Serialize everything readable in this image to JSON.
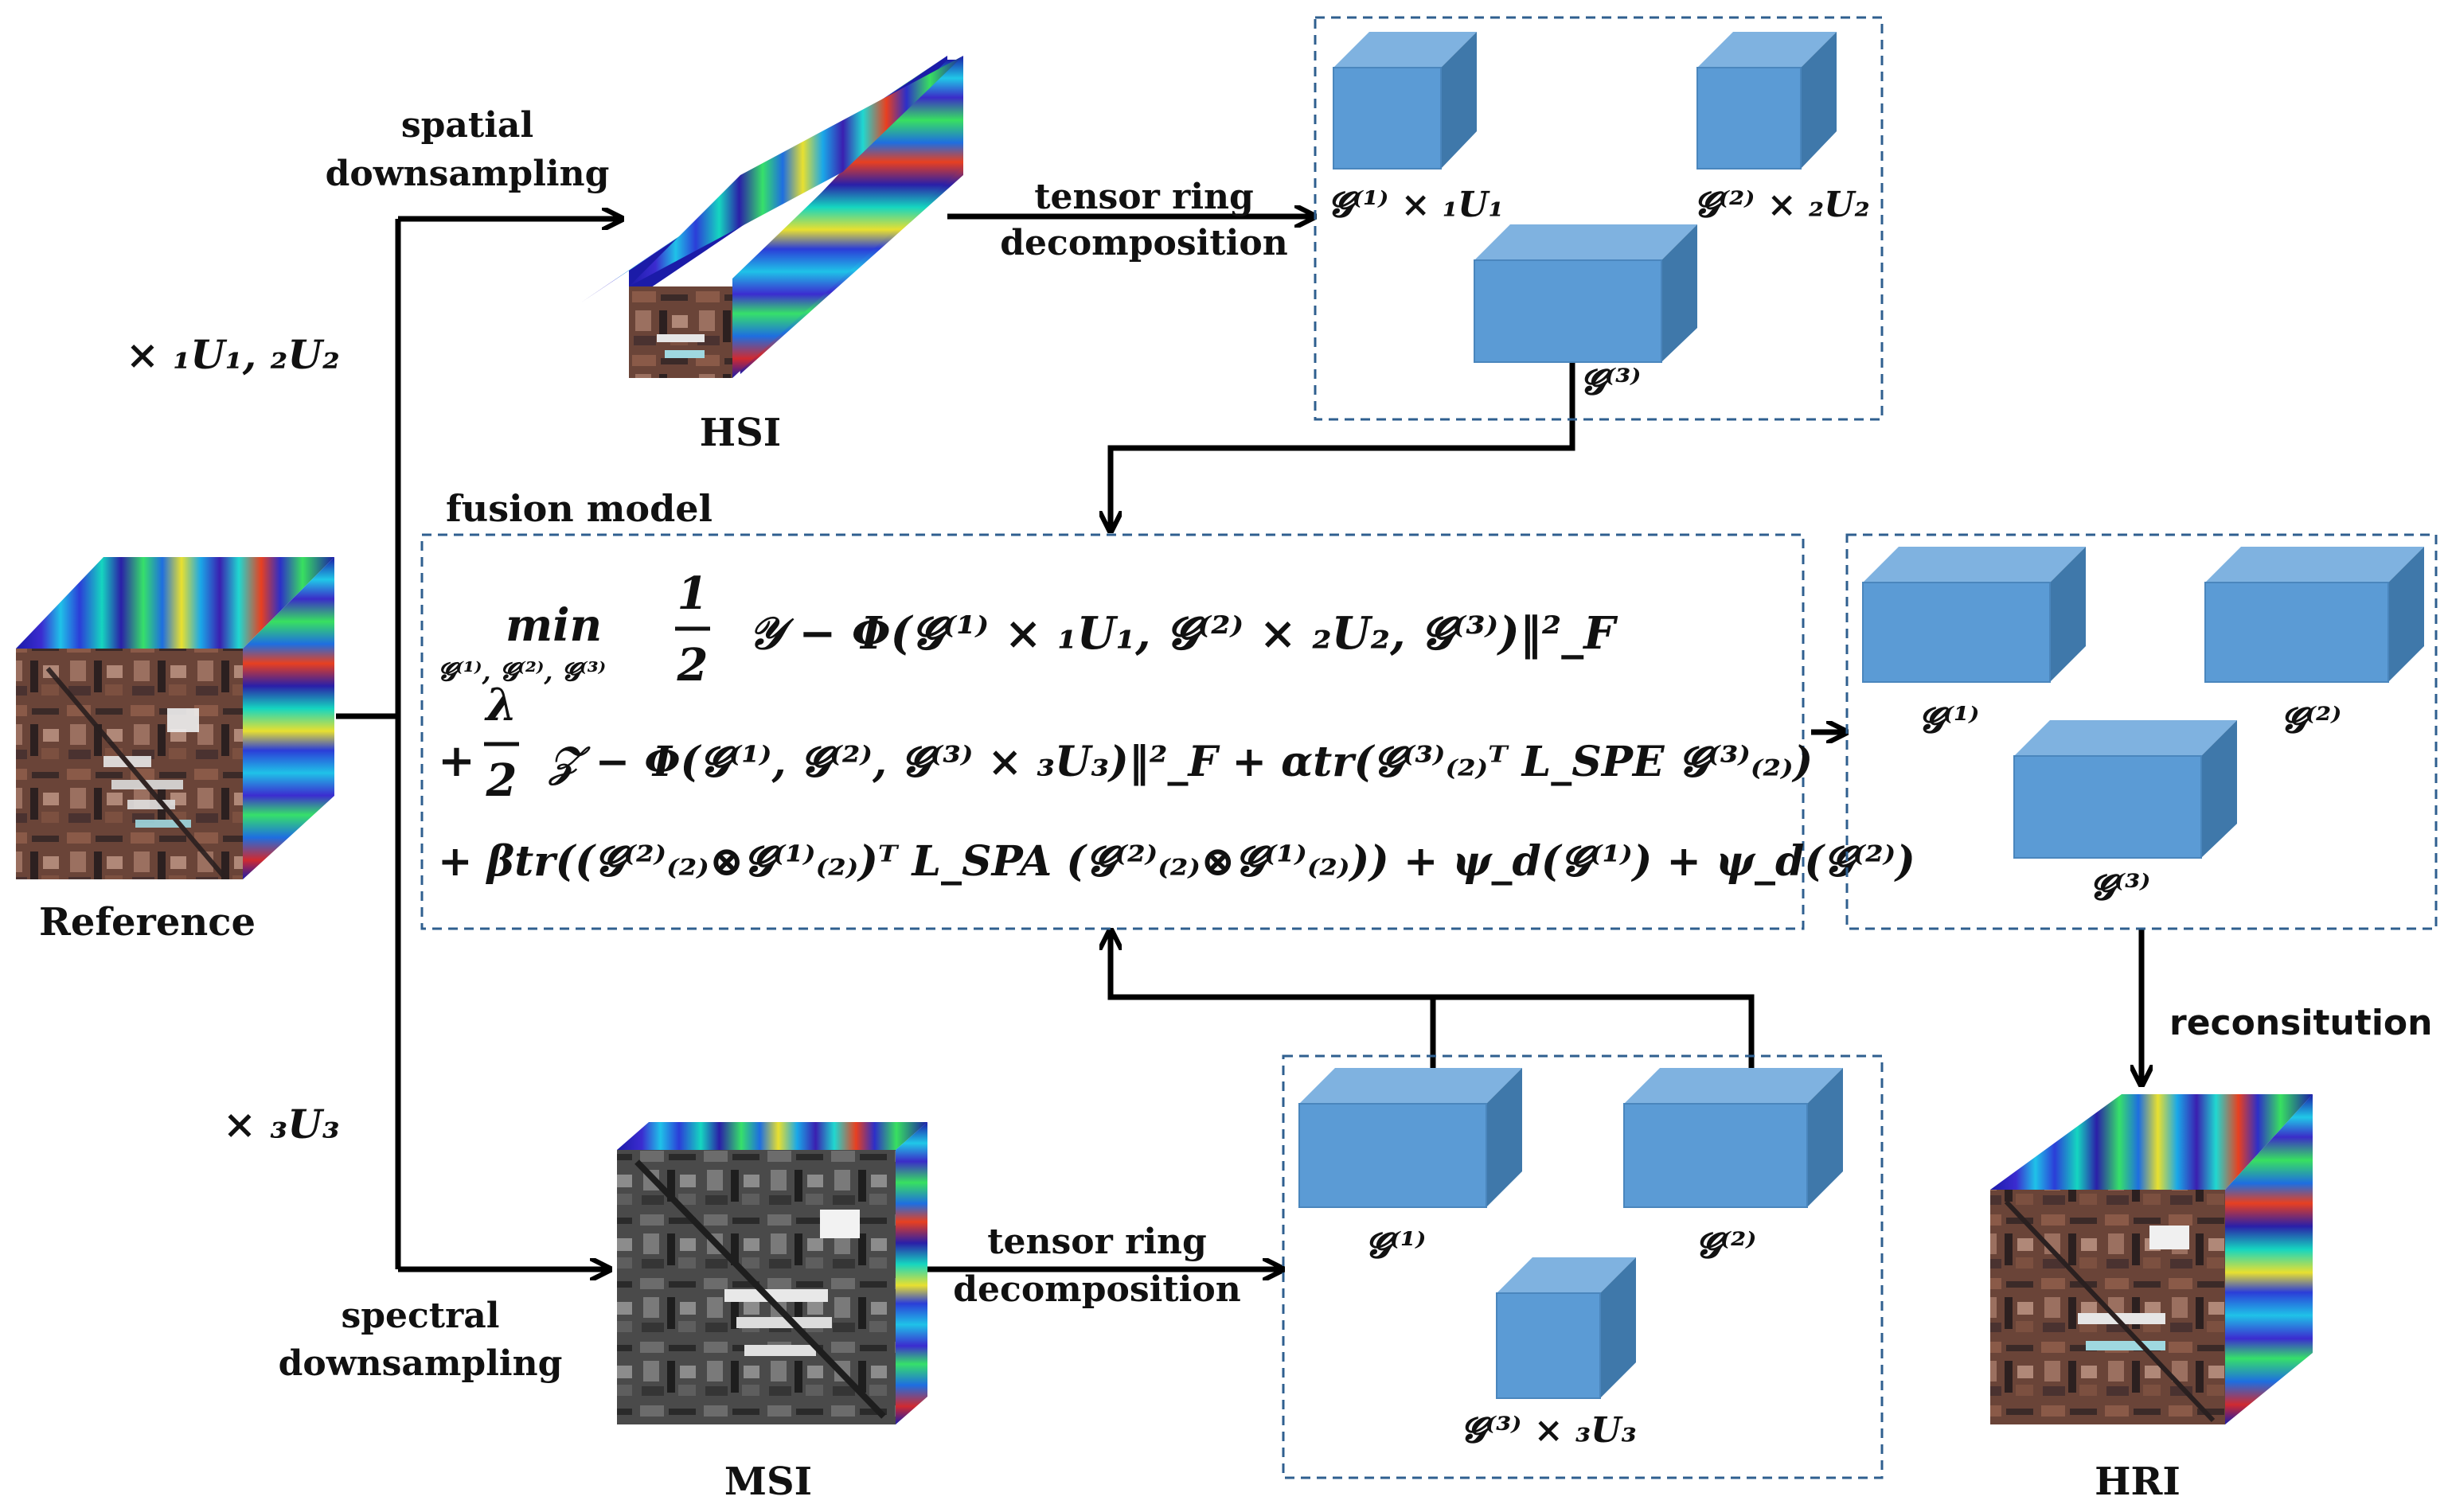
{
  "labels": {
    "spatial_1": "spatial",
    "spatial_2": "downsampling",
    "spectral_1": "spectral",
    "spectral_2": "downsampling",
    "hsi": "HSI",
    "msi": "MSI",
    "reference": "Reference",
    "hri": "HRI",
    "fusion_model": "fusion model",
    "tr_top_1": "tensor ring",
    "tr_top_2": "decomposition",
    "tr_bottom_1": "tensor ring",
    "tr_bottom_2": "decomposition",
    "reconstitution": "reconsitution"
  },
  "ops": {
    "spatial_mult": "× ₁U₁,  ₂U₂",
    "spectral_mult": "× ₃U₃"
  },
  "factors": {
    "top_g1": "𝓖⁽¹⁾ × ₁U₁",
    "top_g2": "𝓖⁽²⁾ × ₂U₂",
    "top_g3": "𝓖⁽³⁾",
    "bottom_g1": "𝓖⁽¹⁾",
    "bottom_g2": "𝓖⁽²⁾",
    "bottom_g3": "𝓖⁽³⁾ × ₃U₃",
    "right_g1": "𝓖⁽¹⁾",
    "right_g2": "𝓖⁽²⁾",
    "right_g3": "𝓖⁽³⁾"
  },
  "equation": {
    "min": "min",
    "min_sub": "𝓖⁽¹⁾, 𝓖⁽²⁾, 𝓖⁽³⁾",
    "half_num": "1",
    "half_den": "2",
    "line1": "𝒴 − Φ(𝓖⁽¹⁾ × ₁U₁, 𝓖⁽²⁾ × ₂U₂, 𝓖⁽³⁾)‖²_F",
    "plus": "+",
    "lambda_num": "λ",
    "lambda_den": "2",
    "line2": "𝒵 − Φ(𝓖⁽¹⁾, 𝓖⁽²⁾, 𝓖⁽³⁾ × ₃U₃)‖²_F + αtr(𝓖⁽³⁾₍₂₎ᵀ L_SPE 𝓖⁽³⁾₍₂₎)",
    "line3": "+ βtr((𝓖⁽²⁾₍₂₎⊗𝓖⁽¹⁾₍₂₎)ᵀ L_SPA (𝓖⁽²⁾₍₂₎⊗𝓖⁽¹⁾₍₂₎)) + ψ_d(𝓖⁽¹⁾) + ψ_d(𝓖⁽²⁾)"
  },
  "colors": {
    "block_front": "#5b9bd5",
    "block_top": "#7fb2e0",
    "block_side": "#3f78aa",
    "dash_border": "#2f5f8f",
    "arrow": "#000000"
  }
}
